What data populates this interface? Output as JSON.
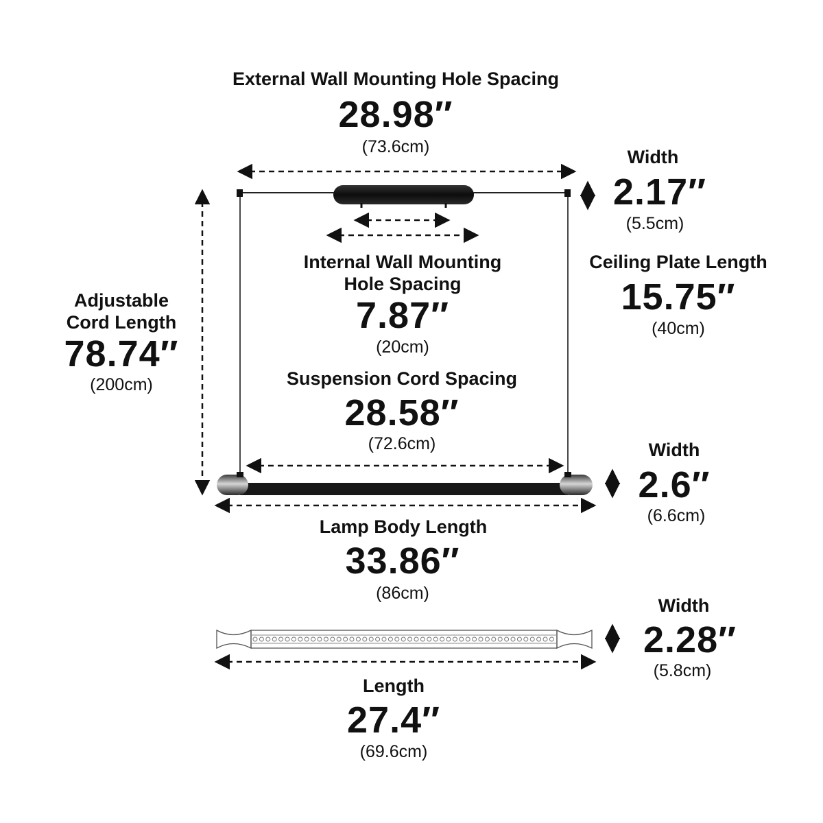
{
  "external_spacing": {
    "label": "External Wall Mounting Hole Spacing",
    "value": "28.98″",
    "metric": "(73.6cm)"
  },
  "plate_width": {
    "label": "Width",
    "value": "2.17″",
    "metric": "(5.5cm)"
  },
  "internal_spacing": {
    "label_line1": "Internal Wall Mounting",
    "label_line2": "Hole Spacing",
    "value": "7.87″",
    "metric": "(20cm)"
  },
  "ceiling_plate_length": {
    "label": "Ceiling Plate Length",
    "value": "15.75″",
    "metric": "(40cm)"
  },
  "cord_length": {
    "label_line1": "Adjustable",
    "label_line2": "Cord Length",
    "value": "78.74″",
    "metric": "(200cm)"
  },
  "suspension_spacing": {
    "label": "Suspension Cord Spacing",
    "value": "28.58″",
    "metric": "(72.6cm)"
  },
  "body_width": {
    "label": "Width",
    "value": "2.6″",
    "metric": "(6.6cm)"
  },
  "body_length": {
    "label": "Lamp Body Length",
    "value": "33.86″",
    "metric": "(86cm)"
  },
  "diffuser_width": {
    "label": "Width",
    "value": "2.28″",
    "metric": "(5.8cm)"
  },
  "diffuser_length": {
    "label": "Length",
    "value": "27.4″",
    "metric": "(69.6cm)"
  },
  "colors": {
    "ink": "#111111",
    "housing": "#1a1a1a",
    "cap_light": "#d6d6d6",
    "cap_dark": "#3a3a3a"
  }
}
